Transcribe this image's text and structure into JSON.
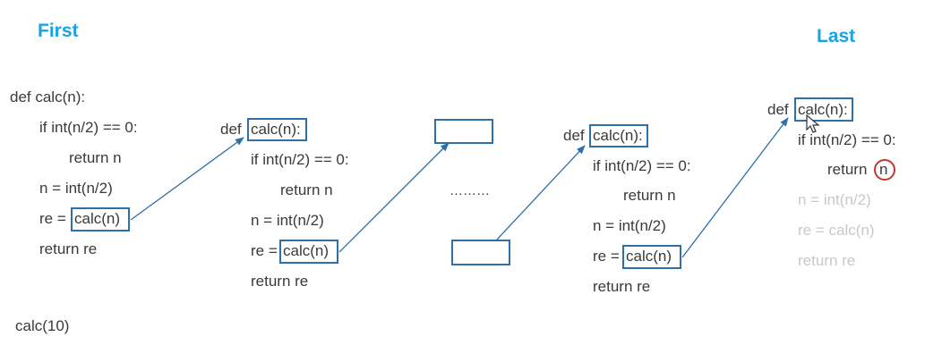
{
  "headings": {
    "first": "First",
    "last": "Last"
  },
  "block1": {
    "def": "def calc(n):",
    "if": "if int(n/2) == 0:",
    "ret_n": "return n",
    "assign": "n = int(n/2)",
    "re_prefix": "re =",
    "call": "calc(n)",
    "ret_re": "return re"
  },
  "block2": {
    "def_kw": "def",
    "def_sig": "calc(n):",
    "if": "if int(n/2) == 0:",
    "ret_n": "return n",
    "assign": "n = int(n/2)",
    "re_prefix": "re =",
    "call": "calc(n)",
    "ret_re": "return re"
  },
  "ellipsis": "………",
  "block3": {
    "def_kw": "def",
    "def_sig": "calc(n):",
    "if": "if int(n/2) == 0:",
    "ret_n": "return n",
    "assign": "n = int(n/2)",
    "re_prefix": "re =",
    "call": "calc(n)",
    "ret_re": "return re"
  },
  "block4": {
    "def_kw": "def",
    "def_sig": "calc(n):",
    "if": "if int(n/2) == 0:",
    "ret_kw": "return",
    "ret_var": "n",
    "assign": "n = int(n/2)",
    "re_line": "re = calc(n)",
    "ret_re": "return re"
  },
  "invocation": "calc(10)",
  "colors": {
    "heading": "#1aa3e0",
    "box": "#2e6fa8",
    "arrow": "#2e6fa8",
    "circle": "#c0392b",
    "faded_text": "#c8c8c8"
  }
}
